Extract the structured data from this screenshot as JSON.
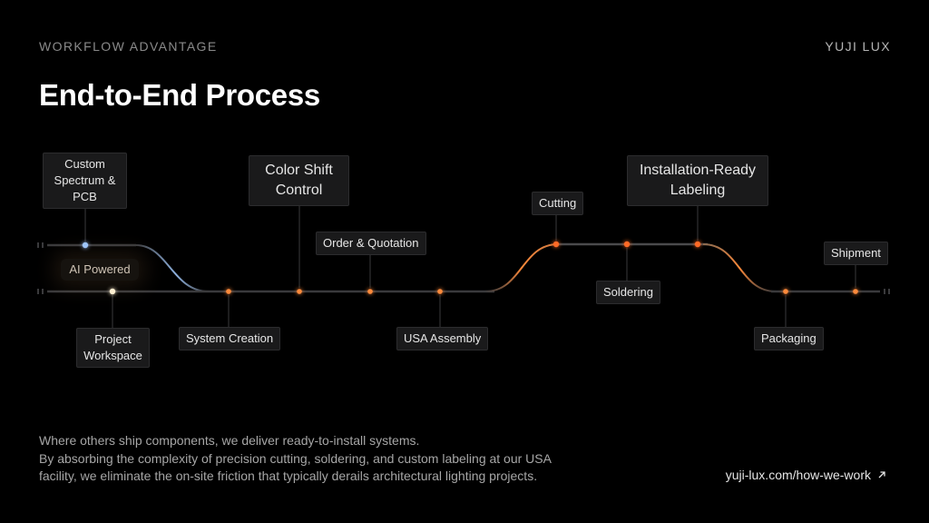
{
  "header": {
    "eyebrow": "WORKFLOW ADVANTAGE",
    "brand": "YUJI LUX",
    "title": "End-to-End Process"
  },
  "workflow": {
    "steps": {
      "custom_spectrum": "Custom Spectrum & PCB",
      "ai_powered": "AI Powered",
      "project_workspace": "Project Workspace",
      "system_creation": "System Creation",
      "color_shift_control": "Color Shift Control",
      "order_quotation": "Order & Quotation",
      "usa_assembly": "USA Assembly",
      "cutting": "Cutting",
      "soldering": "Soldering",
      "installation_ready": "Installation-Ready Labeling",
      "packaging": "Packaging",
      "shipment": "Shipment"
    },
    "colors": {
      "node_orange": "#ff7a2e",
      "node_blue": "#9cc6ff",
      "node_white": "#fff2d6",
      "track": "#3a3a3c"
    }
  },
  "footer": {
    "line1": "Where others ship components, we deliver ready-to-install systems.",
    "line2": "By absorbing the complexity of precision cutting, soldering, and custom labeling at our USA",
    "line3": "facility, we eliminate the on-site friction that typically derails architectural lighting projects.",
    "link": "yuji-lux.com/how-we-work",
    "link_icon": "arrow-up-right-icon"
  }
}
